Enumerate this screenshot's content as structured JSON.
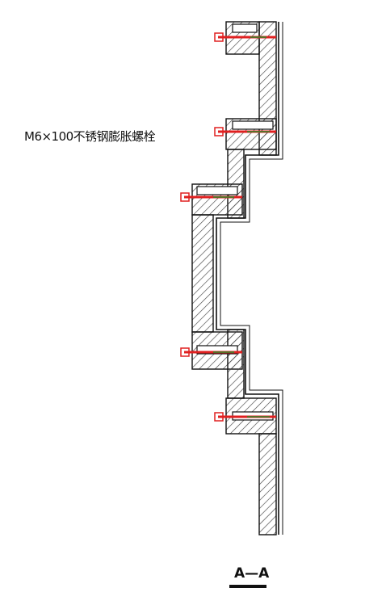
{
  "drawing": {
    "bolt_label": "M6×100不锈钢膨胀螺栓",
    "section_title": "A—A",
    "colors": {
      "line": "#111111",
      "hatch": "#444444",
      "bolt": "#e02020",
      "bolt_accent": "#2a8a2a"
    },
    "bolt_count": 5
  }
}
